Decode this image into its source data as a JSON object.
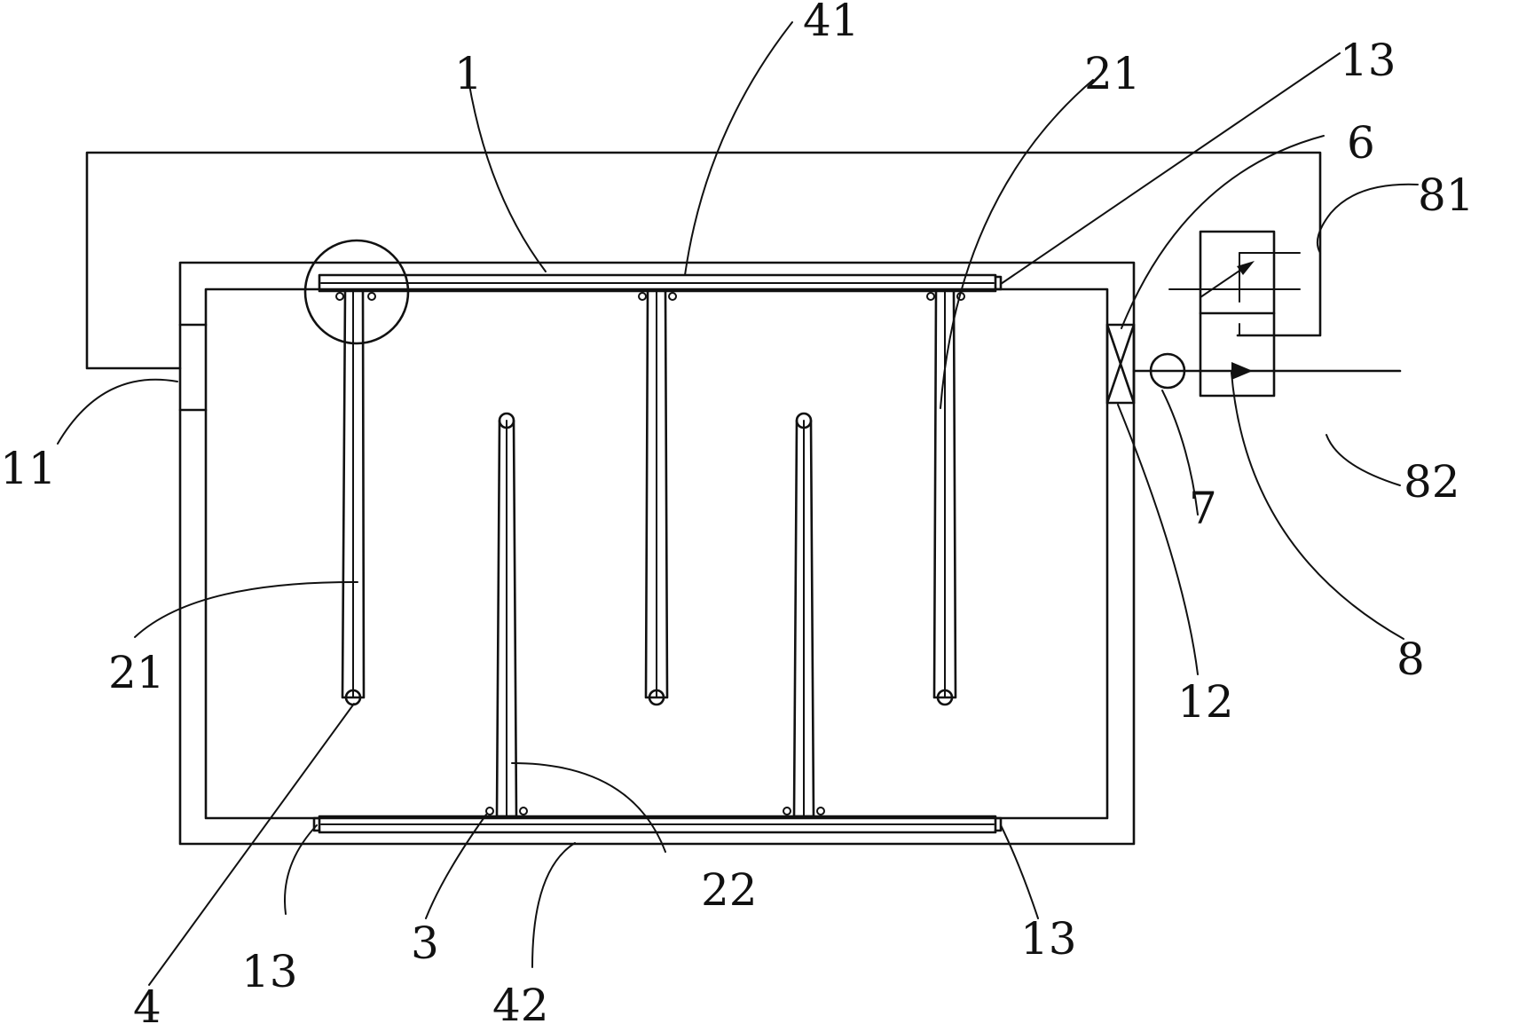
{
  "labels": {
    "l1": "1",
    "l41": "41",
    "l21_top": "21",
    "l13_top": "13",
    "l6": "6",
    "l81": "81",
    "l11": "11",
    "l7": "7",
    "l82": "82",
    "l12": "12",
    "l8": "8",
    "l21_left": "21",
    "l4": "4",
    "l13_bl": "13",
    "l3": "3",
    "l42": "42",
    "l22": "22",
    "l13_br": "13"
  }
}
